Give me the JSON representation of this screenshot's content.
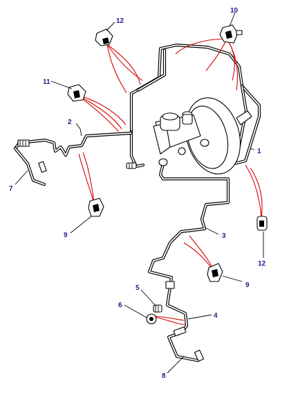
{
  "callouts": {
    "c1": "1",
    "c2": "2",
    "c3": "3",
    "c4": "4",
    "c5": "5",
    "c6": "6",
    "c7": "7",
    "c8": "8",
    "c9a": "9",
    "c9b": "9",
    "c10": "10",
    "c11": "11",
    "c12a": "12",
    "c12b": "12"
  },
  "colors": {
    "pipe": "#000000",
    "clip_lines": "#d40000",
    "callout_text": "#1c1c8a"
  }
}
